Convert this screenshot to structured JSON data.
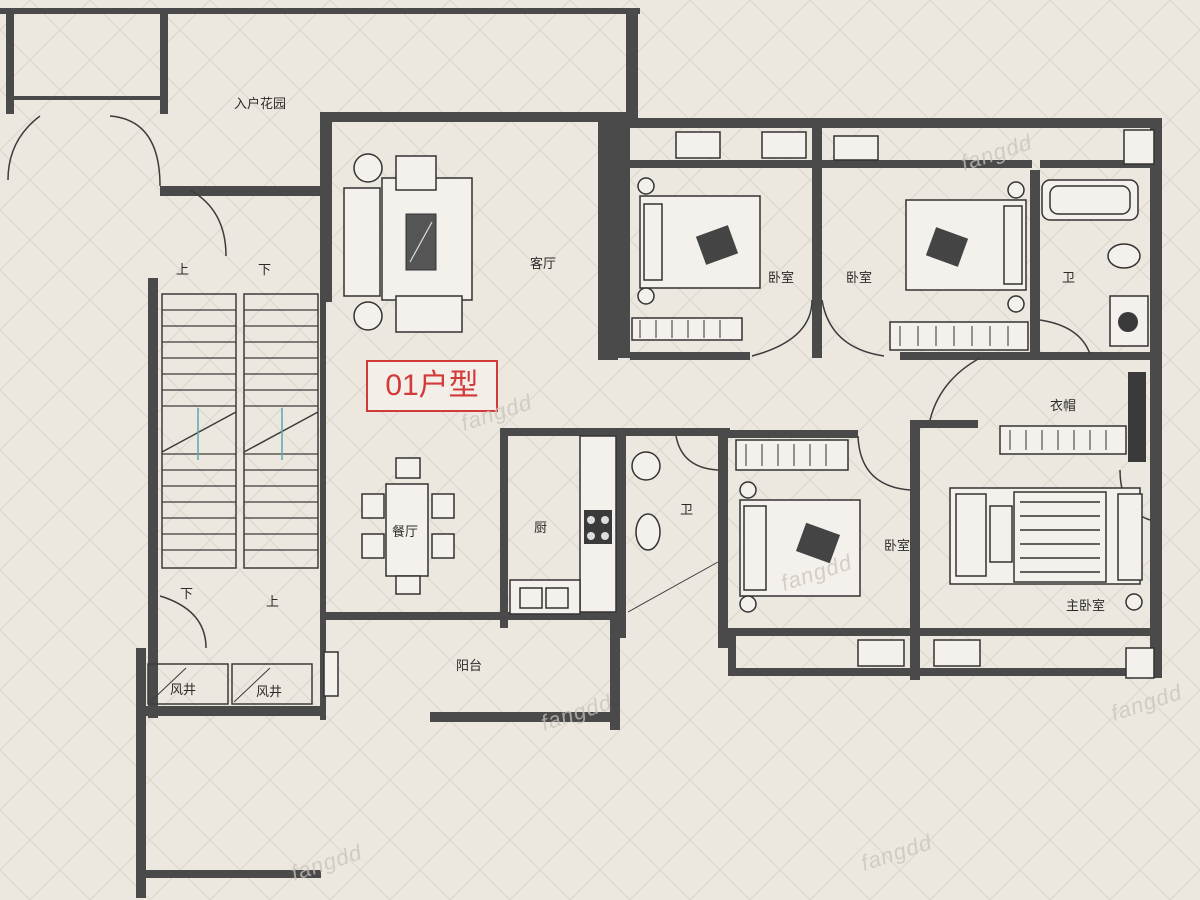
{
  "unit_label": "01户型",
  "rooms": {
    "entry_garden": "入户花园",
    "living_room": "客厅",
    "dining_room": "餐厅",
    "kitchen": "厨",
    "bathroom_1": "卫",
    "bathroom_2": "卫",
    "bedroom_1": "卧室",
    "bedroom_2": "卧室",
    "bedroom_3": "卧室",
    "master_bedroom": "主卧室",
    "wardrobe": "衣帽",
    "balcony": "阳台",
    "air_shaft_1": "风井",
    "air_shaft_2": "风井"
  },
  "stairs": {
    "up_1": "上",
    "down_1": "下",
    "down_2": "下",
    "up_2": "上"
  },
  "watermark": "fangdd"
}
